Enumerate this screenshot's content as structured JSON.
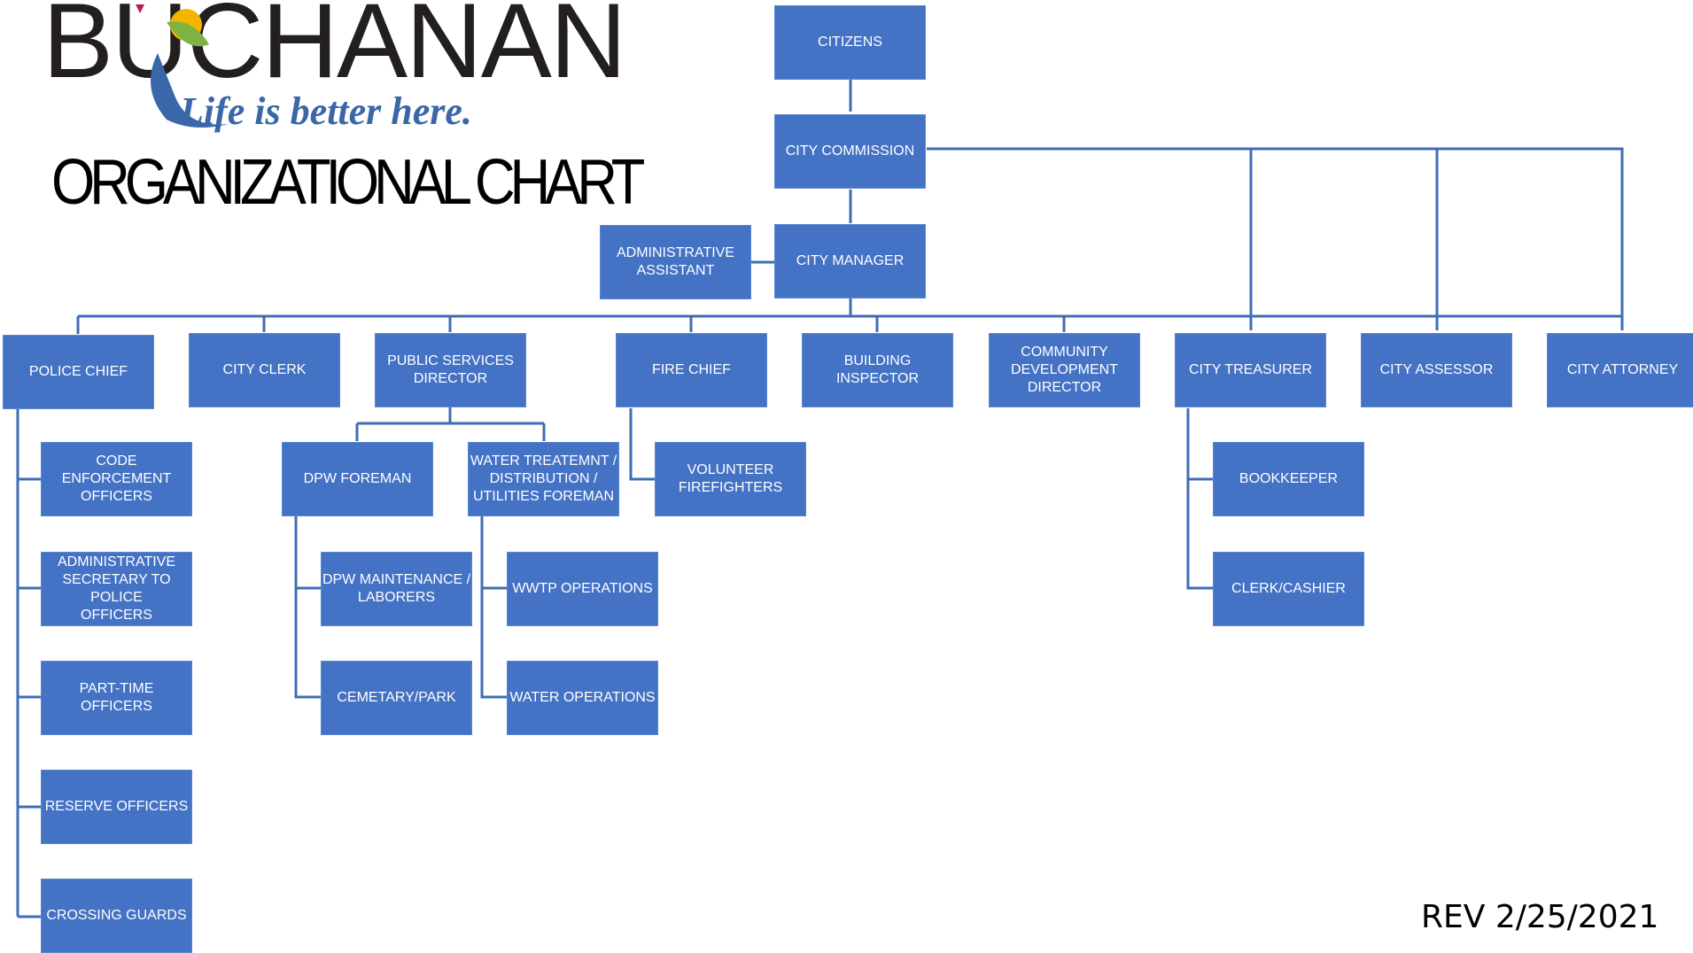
{
  "header": {
    "logo_word": "BUCHANAN",
    "logo_tagline": "Life is better here.",
    "title": "ORGANIZATIONAL CHART"
  },
  "footer": {
    "revision": "REV 2/25/2021"
  },
  "colors": {
    "box": "#4472c4",
    "line": "#3f6db5",
    "text_on_box": "#ffffff"
  },
  "org": {
    "citizens": "CITIZENS",
    "city_commission": "CITY COMMISSION",
    "city_manager": "CITY MANAGER",
    "administrative_assistant": "ADMINISTRATIVE\nASSISTANT",
    "police_chief": "POLICE CHIEF",
    "city_clerk": "CITY CLERK",
    "public_services_director": "PUBLIC SERVICES\nDIRECTOR",
    "fire_chief": "FIRE CHIEF",
    "building_inspector": "BUILDING INSPECTOR",
    "community_development_director": "COMMUNITY\nDEVELOPMENT\nDIRECTOR",
    "city_treasurer": "CITY TREASURER",
    "city_assessor": "CITY ASSESSOR",
    "city_attorney": "CITY ATTORNEY",
    "code_enforcement_officers": "CODE ENFORCEMENT\nOFFICERS",
    "admin_secretary_police": "ADMINISTRATIVE\nSECRETARY TO POLICE\nOFFICERS",
    "part_time_officers": "PART-TIME OFFICERS",
    "reserve_officers": "RESERVE OFFICERS",
    "crossing_guards": "CROSSING GUARDS",
    "dpw_foreman": "DPW FOREMAN",
    "water_treatment_foreman": "WATER TREATEMNT /\nDISTRIBUTION  /\nUTILITIES FOREMAN",
    "dpw_maintenance": "DPW MAINTENANCE /\nLABORERS",
    "cemetery_park": "CEMETARY/PARK",
    "wwtp_operations": "WWTP OPERATIONS",
    "water_operations": "WATER OPERATIONS",
    "volunteer_firefighters": "VOLUNTEER\nFIREFIGHTERS",
    "bookkeeper": "BOOKKEEPER",
    "clerk_cashier": "CLERK/CASHIER"
  }
}
